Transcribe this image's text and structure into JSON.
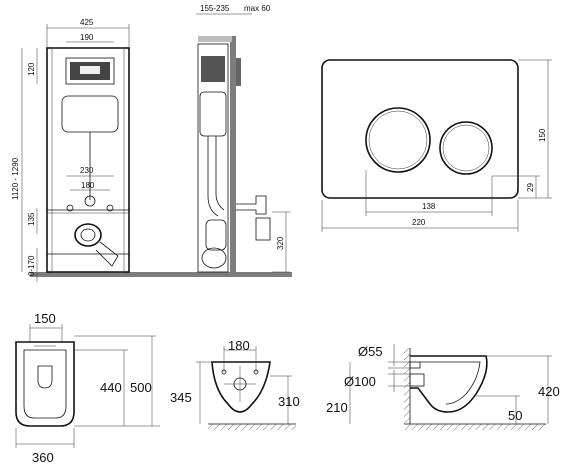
{
  "frame_front": {
    "width": "425",
    "panel_width": "190",
    "top_height": "120",
    "total_height": "1120 - 1290",
    "pipe_span": "230",
    "pipe_inner": "180",
    "outlet_height": "135",
    "foot_adjust": "0-170"
  },
  "frame_side": {
    "depth": "155-235",
    "max_depth": "max 60",
    "outlet_drop": "320"
  },
  "flush_plate": {
    "height": "150",
    "width": "220",
    "buttons_span": "138",
    "button_offset": "29"
  },
  "bowl_top": {
    "seat_width": "150",
    "length_inner": "440",
    "length_outer": "500",
    "width": "360"
  },
  "bowl_rear": {
    "spacing": "180",
    "height_left": "345",
    "height_right": "310"
  },
  "bowl_side": {
    "inlet_dia": "Ø55",
    "outlet_dia": "Ø100",
    "floor_height": "210",
    "outlet_offset": "50",
    "height": "420"
  }
}
